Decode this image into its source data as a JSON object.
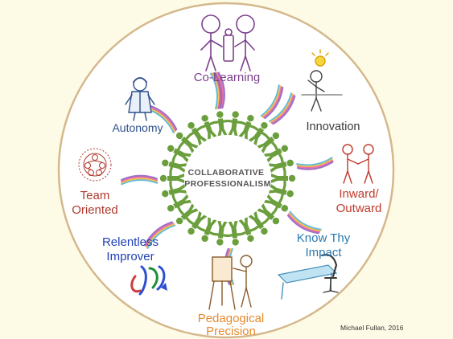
{
  "center": {
    "line1": "COLLABORATIVE",
    "line2": "PROFESSIONALISM"
  },
  "nodes": [
    {
      "key": "co_learning",
      "label": "Co-Learning",
      "color": "#7b3f8c",
      "icon": "two-people-talking-icon"
    },
    {
      "key": "innovation",
      "label": "Innovation",
      "color": "#3a3a3a",
      "icon": "lightbulb-thinker-icon"
    },
    {
      "key": "inward_outward",
      "line1": "Inward/",
      "line2": "Outward",
      "color": "#c0392b",
      "icon": "handshake-icon"
    },
    {
      "key": "know_thy_impact",
      "line1": "Know Thy",
      "line2": "Impact",
      "color": "#2a7ab0",
      "icon": "desk-chair-icon"
    },
    {
      "key": "pedagogical_precision",
      "line1": "Pedagogical",
      "line2": "Precision",
      "color": "#e68a2e",
      "icon": "teacher-easel-icon"
    },
    {
      "key": "relentless_improver",
      "line1": "Relentless",
      "line2": "Improver",
      "color": "#1f3fb5",
      "icon": "arrows-loop-icon"
    },
    {
      "key": "team_oriented",
      "line1": "Team",
      "line2": "Oriented",
      "color": "#b03a2e",
      "icon": "team-network-icon"
    },
    {
      "key": "autonomy",
      "label": "Autonomy",
      "color": "#2d4f8a",
      "icon": "scientist-icon"
    }
  ],
  "credit": "Michael Fullan, 2016",
  "colors": {
    "ring_people": "#6b9e3c",
    "circle_border": "#d4b88c",
    "circle_fill": "#ffffff",
    "wave_colors": [
      "#3fb0d9",
      "#f2b833",
      "#e45c9c",
      "#8c5bbf"
    ]
  }
}
